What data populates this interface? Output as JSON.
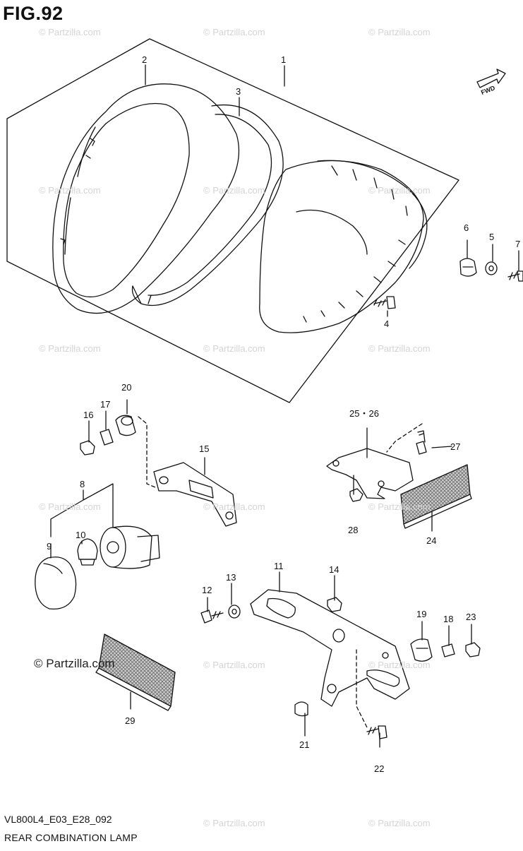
{
  "figure": {
    "title": "FIG.92",
    "code": "VL800L4_E03_E28_092",
    "name": "REAR COMBINATION LAMP",
    "direction_label": "FWD"
  },
  "watermark": {
    "text": "© Partzilla.com",
    "strong_text": "© Partzilla.com"
  },
  "callouts": [
    {
      "id": "1",
      "label": "1"
    },
    {
      "id": "2",
      "label": "2"
    },
    {
      "id": "3",
      "label": "3"
    },
    {
      "id": "4",
      "label": "4"
    },
    {
      "id": "5",
      "label": "5"
    },
    {
      "id": "6",
      "label": "6"
    },
    {
      "id": "7",
      "label": "7"
    },
    {
      "id": "8",
      "label": "8"
    },
    {
      "id": "9",
      "label": "9"
    },
    {
      "id": "10",
      "label": "10"
    },
    {
      "id": "11",
      "label": "11"
    },
    {
      "id": "12",
      "label": "12"
    },
    {
      "id": "13",
      "label": "13"
    },
    {
      "id": "14",
      "label": "14"
    },
    {
      "id": "15",
      "label": "15"
    },
    {
      "id": "16",
      "label": "16"
    },
    {
      "id": "17",
      "label": "17"
    },
    {
      "id": "18",
      "label": "18"
    },
    {
      "id": "19",
      "label": "19"
    },
    {
      "id": "20",
      "label": "20"
    },
    {
      "id": "21",
      "label": "21"
    },
    {
      "id": "22",
      "label": "22"
    },
    {
      "id": "23",
      "label": "23"
    },
    {
      "id": "24",
      "label": "24"
    },
    {
      "id": "25-26",
      "label": "25・26"
    },
    {
      "id": "27",
      "label": "27"
    },
    {
      "id": "28",
      "label": "28"
    },
    {
      "id": "29",
      "label": "29"
    }
  ],
  "colors": {
    "line": "#111111",
    "watermark": "#d4d4d4",
    "reflector_fill": "#9a9a9a"
  }
}
